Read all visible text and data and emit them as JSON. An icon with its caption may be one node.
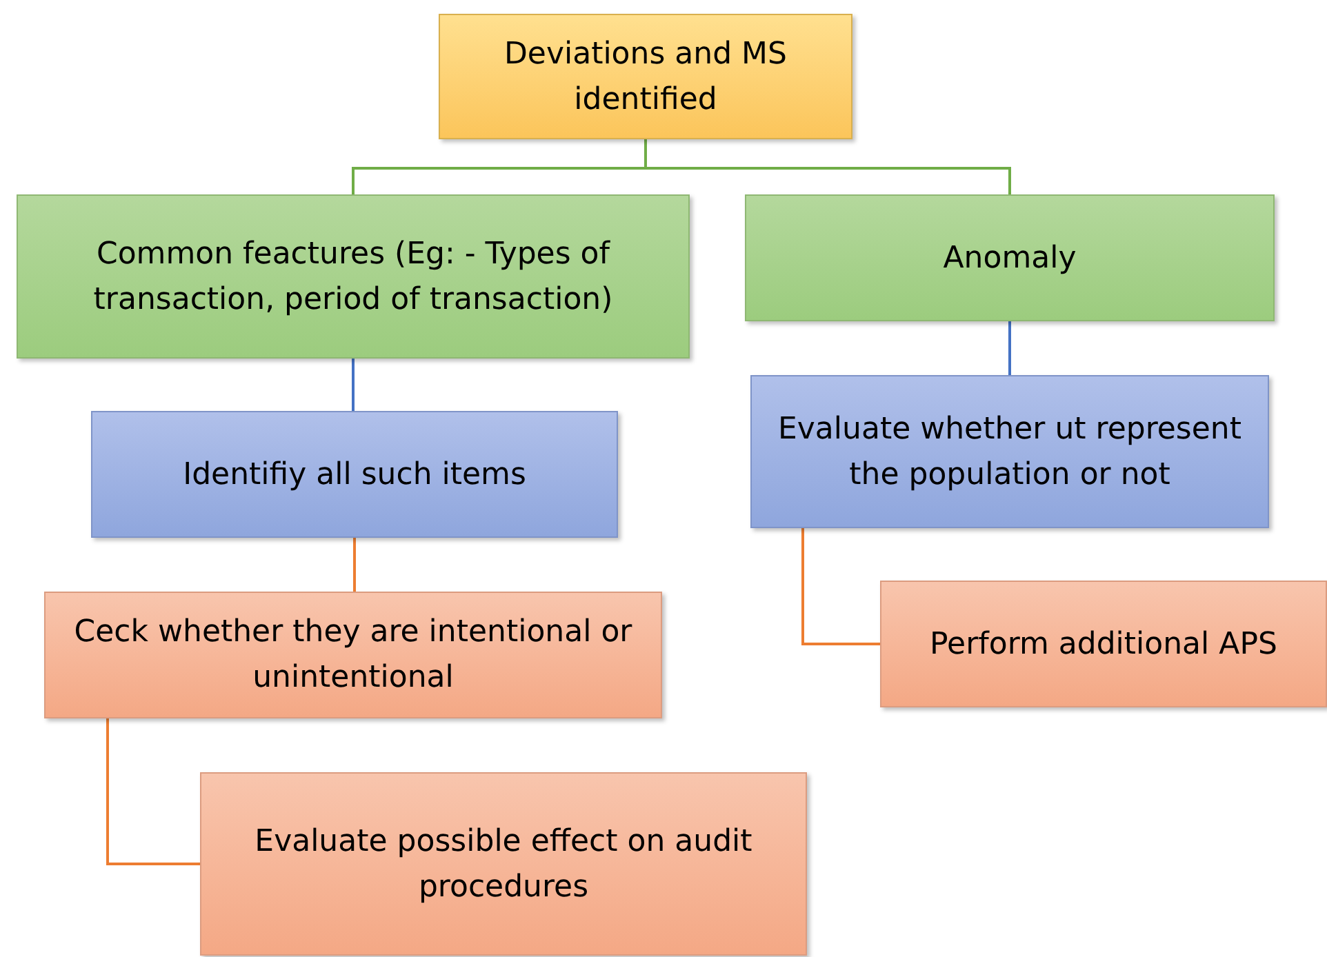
{
  "diagram": {
    "nodes": [
      {
        "text": [
          "Deviations and MS identified"
        ]
      },
      {
        "text": [
          "Common feactures (Eg: - Types of transaction, period of transaction)"
        ]
      },
      {
        "text": [
          "Anomaly"
        ]
      },
      {
        "text": [
          "Identifiy all such items"
        ]
      },
      {
        "text": [
          "Evaluate whether ut represent the population or not"
        ]
      },
      {
        "text": [
          "Ceck  whether they are intentional or unintentional"
        ]
      },
      {
        "text": [
          "Perform additional APS"
        ]
      },
      {
        "text": [
          "Evaluate possible effect on audit procedures"
        ]
      }
    ],
    "edges": [
      {
        "from": 0,
        "to": 1,
        "arrow": "none",
        "color": "#70ad47"
      },
      {
        "from": 0,
        "to": 2,
        "arrow": "none",
        "color": "#70ad47"
      },
      {
        "from": 1,
        "to": 3,
        "arrow": "none",
        "color": "#4472c4"
      },
      {
        "from": 2,
        "to": 4,
        "arrow": "none",
        "color": "#4472c4"
      },
      {
        "from": 3,
        "to": 5,
        "arrow": "none",
        "color": "#ed7d31"
      },
      {
        "from": 4,
        "to": 6,
        "arrow": "none",
        "color": "#ed7d31"
      },
      {
        "from": 5,
        "to": 7,
        "arrow": "none",
        "color": "#ed7d31"
      }
    ]
  }
}
